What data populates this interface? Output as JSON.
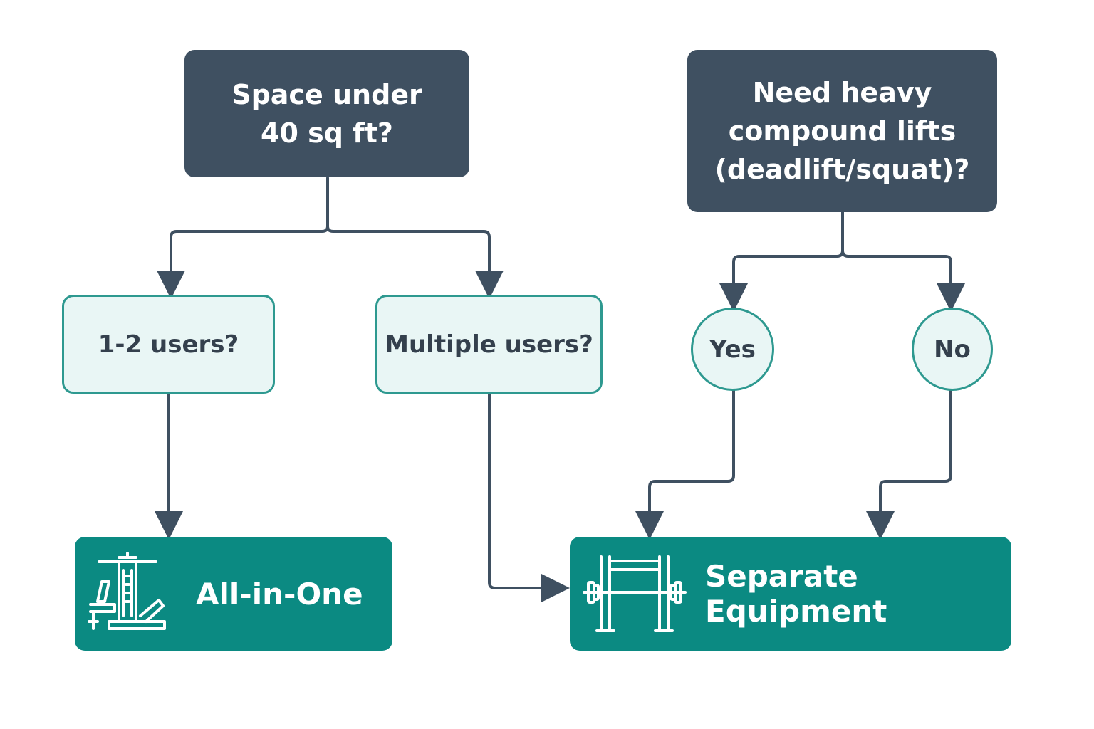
{
  "colors": {
    "question": "#3f5061",
    "option_fill": "#e9f6f5",
    "option_border": "#2e9990",
    "outcome": "#0b8a82",
    "connector": "#3f5061"
  },
  "questions": {
    "space": "Space under\n40 sq ft?",
    "lifts": "Need heavy\ncompound lifts\n(deadlift/squat)?"
  },
  "options": {
    "few_users": "1-2 users?",
    "many_users": "Multiple users?",
    "yes": "Yes",
    "no": "No"
  },
  "outcomes": {
    "all_in_one": {
      "label": "All-in-One",
      "icon": "home-gym-machine-icon"
    },
    "separate": {
      "label": "Separate Equipment",
      "icon": "squat-rack-barbell-icon"
    }
  }
}
